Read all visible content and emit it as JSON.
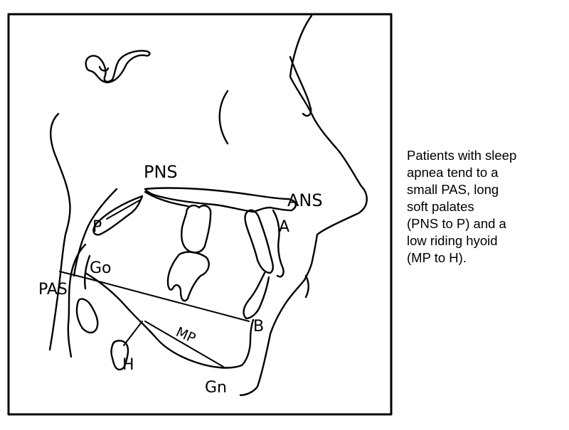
{
  "labels": {
    "pns": "PNS",
    "ans": "ANS",
    "a": "A",
    "p": "P",
    "go": "Go",
    "pas": "PAS",
    "b": "B",
    "mp": "MP",
    "h": "H",
    "gn": "Gn"
  },
  "caption": {
    "lines": [
      "Patients with sleep",
      "apnea tend to a",
      "small PAS, long",
      "soft palates",
      "(PNS to P) and a",
      "low riding hyoid",
      "(MP to H)."
    ]
  }
}
